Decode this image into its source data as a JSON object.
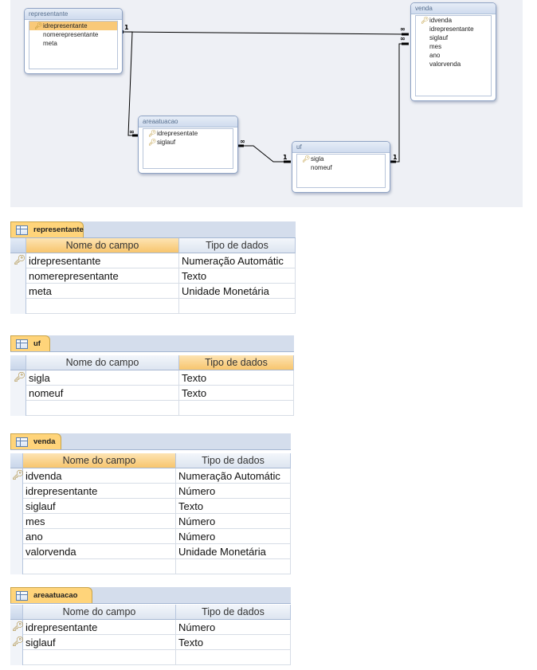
{
  "diagram": {
    "tables": {
      "representante": {
        "title": "representante",
        "fields": [
          {
            "name": "idrepresentante",
            "key": true
          },
          {
            "name": "nomerepresentante",
            "key": false
          },
          {
            "name": "meta",
            "key": false
          }
        ]
      },
      "venda": {
        "title": "venda",
        "fields": [
          {
            "name": "idvenda",
            "key": true
          },
          {
            "name": "idrepresentante",
            "key": false
          },
          {
            "name": "siglauf",
            "key": false
          },
          {
            "name": "mes",
            "key": false
          },
          {
            "name": "ano",
            "key": false
          },
          {
            "name": "valorvenda",
            "key": false
          }
        ]
      },
      "areaatuacao": {
        "title": "areaatuacao",
        "fields": [
          {
            "name": "idrepresentate",
            "key": true
          },
          {
            "name": "siglauf",
            "key": true
          }
        ]
      },
      "uf": {
        "title": "uf",
        "fields": [
          {
            "name": "sigla",
            "key": true
          },
          {
            "name": "nomeuf",
            "key": false
          }
        ]
      }
    },
    "labels": {
      "one": "1",
      "many": "∞"
    }
  },
  "design_views": {
    "representante": {
      "tab": "representante",
      "col1": "Nome do campo",
      "col2": "Tipo de dados",
      "rows": [
        {
          "field": "idrepresentante",
          "type": "Numeração Automátic",
          "key": true
        },
        {
          "field": "nomerepresentante",
          "type": "Texto",
          "key": false
        },
        {
          "field": "meta",
          "type": "Unidade Monetária",
          "key": false
        }
      ]
    },
    "uf": {
      "tab": "uf",
      "col1": "Nome do campo",
      "col2": "Tipo de dados",
      "rows": [
        {
          "field": "sigla",
          "type": "Texto",
          "key": true
        },
        {
          "field": "nomeuf",
          "type": "Texto",
          "key": false
        }
      ]
    },
    "venda": {
      "tab": "venda",
      "col1": "Nome do campo",
      "col2": "Tipo de dados",
      "rows": [
        {
          "field": "idvenda",
          "type": "Numeração Automátic",
          "key": true
        },
        {
          "field": "idrepresentante",
          "type": "Número",
          "key": false
        },
        {
          "field": "siglauf",
          "type": "Texto",
          "key": false
        },
        {
          "field": "mes",
          "type": "Número",
          "key": false
        },
        {
          "field": "ano",
          "type": "Número",
          "key": false
        },
        {
          "field": "valorvenda",
          "type": "Unidade Monetária",
          "key": false
        }
      ]
    },
    "areaatuacao": {
      "tab": "areaatuacao",
      "col1": "Nome do campo",
      "col2": "Tipo de dados",
      "rows": [
        {
          "field": "idrepresentante",
          "type": "Número",
          "key": true
        },
        {
          "field": "siglauf",
          "type": "Texto",
          "key": true
        }
      ]
    }
  },
  "icons": {
    "primary_key": "key-icon",
    "table": "table-icon"
  },
  "colors": {
    "selected_field": "#f9c978",
    "active_tab": "#ffd47a",
    "diagram_background": "#eef0f5"
  }
}
